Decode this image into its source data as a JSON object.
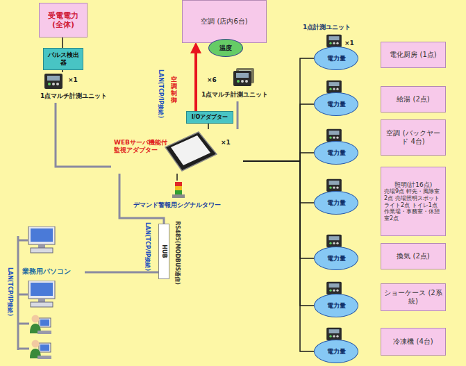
{
  "diagram": {
    "nodes": [
      {
        "text": [
          "受電電力 (全体)"
        ]
      },
      {
        "text": [
          "パルス検出器"
        ]
      },
      {
        "text": [
          "×1",
          "1点マルチ計測ユニット"
        ]
      },
      {
        "text": [
          "空調 (店内6台)"
        ]
      },
      {
        "text": [
          "温度"
        ]
      },
      {
        "text": [
          "×6",
          "1点マルチ計測ユニット"
        ]
      },
      {
        "text": [
          "I/Oアダプター"
        ]
      },
      {
        "text": [
          "WEBサーバ機能付 監視アダプター",
          "×1"
        ]
      },
      {
        "text": [
          "デマンド警報用シグナルタワー"
        ]
      },
      {
        "text": [
          "HUB"
        ]
      },
      {
        "text": [
          "業務用パソコン"
        ]
      },
      {
        "text": [
          "電力量"
        ]
      },
      {
        "text": [
          "電化厨房 (1点)"
        ]
      },
      {
        "text": [
          "電力量"
        ]
      },
      {
        "text": [
          "給湯 (2点)"
        ]
      },
      {
        "text": [
          "電力量"
        ]
      },
      {
        "text": [
          "空調 (バックヤード 4台)"
        ]
      },
      {
        "text": [
          "電力量"
        ]
      },
      {
        "text": [
          "照明(計16点)",
          "売場9点 軒先・風除室2点 売場照明スポットライト2点 トイレ1点 作業場・事務室・休憩室2点"
        ]
      },
      {
        "text": [
          "電力量"
        ]
      },
      {
        "text": [
          "換気 (2点)"
        ]
      },
      {
        "text": [
          "電力量"
        ]
      },
      {
        "text": [
          "ショーケース (2系統)"
        ]
      },
      {
        "text": [
          "電力量"
        ]
      },
      {
        "text": [
          "冷凍機 (4台)"
        ]
      }
    ],
    "edges": [
      {
        "from": 0,
        "to": 1,
        "arrow": "none"
      },
      {
        "from": 1,
        "to": 2,
        "arrow": "none"
      },
      {
        "from": 2,
        "to": 7,
        "arrow": "none"
      },
      {
        "from": 5,
        "to": 7,
        "arrow": "none"
      },
      {
        "from": 6,
        "to": 3,
        "arrow": "to"
      },
      {
        "from": 7,
        "to": 6,
        "arrow": "none"
      },
      {
        "from": 7,
        "to": 8,
        "arrow": "none"
      },
      {
        "from": 7,
        "to": 9,
        "arrow": "none"
      },
      {
        "from": 9,
        "to": 10,
        "arrow": "none"
      },
      {
        "from": 7,
        "to": 11,
        "arrow": "none"
      },
      {
        "from": 7,
        "to": 13,
        "arrow": "none"
      },
      {
        "from": 7,
        "to": 15,
        "arrow": "none"
      },
      {
        "from": 7,
        "to": 17,
        "arrow": "none"
      },
      {
        "from": 7,
        "to": 19,
        "arrow": "none"
      },
      {
        "from": 7,
        "to": 21,
        "arrow": "none"
      },
      {
        "from": 7,
        "to": 23,
        "arrow": "none"
      }
    ],
    "labels": [
      "LAN(TCP/IP接続)",
      "空調制御",
      "LAN(TCP/IP接続)",
      "LAN(TCP/IP接続)",
      "RS485(MODBUS通信)",
      "1点計測ユニット",
      "×1"
    ]
  }
}
